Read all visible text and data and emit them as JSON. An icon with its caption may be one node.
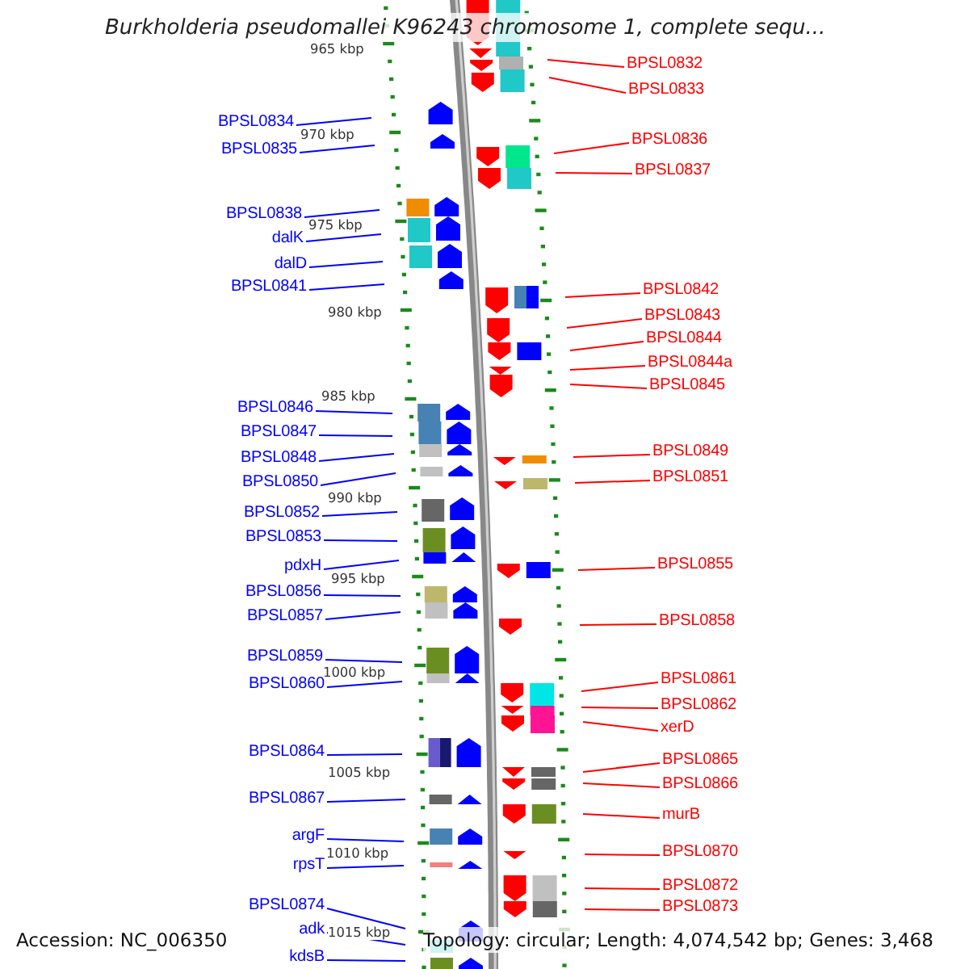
{
  "diagram": {
    "title": "Burkholderia pseudomallei K96243 chromosome 1, complete sequ...",
    "nodes": [
      {
        "text": [
          "BPSL0832"
        ]
      },
      {
        "text": [
          "BPSL0833"
        ]
      },
      {
        "text": [
          "BPSL0834"
        ]
      },
      {
        "text": [
          "BPSL0836"
        ]
      },
      {
        "text": [
          "BPSL0835"
        ]
      },
      {
        "text": [
          "BPSL0837"
        ]
      },
      {
        "text": [
          "BPSL0838"
        ]
      },
      {
        "text": [
          "dalK"
        ]
      },
      {
        "text": [
          "dalD"
        ]
      },
      {
        "text": [
          "BPSL0841"
        ]
      },
      {
        "text": [
          "BPSL0842"
        ]
      },
      {
        "text": [
          "BPSL0843"
        ]
      },
      {
        "text": [
          "BPSL0844"
        ]
      },
      {
        "text": [
          "BPSL0844a"
        ]
      },
      {
        "text": [
          "BPSL0845"
        ]
      },
      {
        "text": [
          "BPSL0846"
        ]
      },
      {
        "text": [
          "BPSL0847"
        ]
      },
      {
        "text": [
          "BPSL0849"
        ]
      },
      {
        "text": [
          "BPSL0848"
        ]
      },
      {
        "text": [
          "BPSL0851"
        ]
      },
      {
        "text": [
          "BPSL0850"
        ]
      },
      {
        "text": [
          "BPSL0852"
        ]
      },
      {
        "text": [
          "BPSL0853"
        ]
      },
      {
        "text": [
          "BPSL0855"
        ]
      },
      {
        "text": [
          "pdxH"
        ]
      },
      {
        "text": [
          "BPSL0856"
        ]
      },
      {
        "text": [
          "BPSL0857"
        ]
      },
      {
        "text": [
          "BPSL0858"
        ]
      },
      {
        "text": [
          "BPSL0859"
        ]
      },
      {
        "text": [
          "BPSL0861"
        ]
      },
      {
        "text": [
          "BPSL0860"
        ]
      },
      {
        "text": [
          "BPSL0862"
        ]
      },
      {
        "text": [
          "xerD"
        ]
      },
      {
        "text": [
          "BPSL0864"
        ]
      },
      {
        "text": [
          "BPSL0865"
        ]
      },
      {
        "text": [
          "BPSL0866"
        ]
      },
      {
        "text": [
          "BPSL0867"
        ]
      },
      {
        "text": [
          "murB"
        ]
      },
      {
        "text": [
          "argF"
        ]
      },
      {
        "text": [
          "BPSL0870"
        ]
      },
      {
        "text": [
          "rpsT"
        ]
      },
      {
        "text": [
          "BPSL0872"
        ]
      },
      {
        "text": [
          "BPSL0874"
        ]
      },
      {
        "text": [
          "BPSL0873"
        ]
      },
      {
        "text": [
          "adk"
        ]
      },
      {
        "text": [
          "kdsB"
        ]
      }
    ],
    "edges": [
      {
        "from": 0,
        "to": null,
        "arrow": "none",
        "color": "#ff0000"
      },
      {
        "from": 1,
        "to": null,
        "arrow": "none",
        "color": "#ff0000"
      },
      {
        "from": 2,
        "to": null,
        "arrow": "none"
      },
      {
        "from": 3,
        "to": null,
        "arrow": "none",
        "color": "#ff0000"
      },
      {
        "from": 4,
        "to": null,
        "arrow": "none"
      },
      {
        "from": 5,
        "to": null,
        "arrow": "none",
        "color": "#ff0000"
      },
      {
        "from": 6,
        "to": null,
        "arrow": "none"
      },
      {
        "from": 7,
        "to": null,
        "arrow": "none"
      },
      {
        "from": 8,
        "to": null,
        "arrow": "none"
      },
      {
        "from": 9,
        "to": null,
        "arrow": "none"
      },
      {
        "from": 10,
        "to": null,
        "arrow": "none",
        "color": "#ff0000"
      },
      {
        "from": 11,
        "to": null,
        "arrow": "none",
        "color": "#ff0000"
      },
      {
        "from": 12,
        "to": null,
        "arrow": "none",
        "color": "#ff0000"
      },
      {
        "from": 13,
        "to": null,
        "arrow": "none",
        "color": "#ff0000"
      },
      {
        "from": 14,
        "to": null,
        "arrow": "none",
        "color": "#ff0000"
      },
      {
        "from": 15,
        "to": null,
        "arrow": "none"
      },
      {
        "from": 16,
        "to": null,
        "arrow": "none"
      },
      {
        "from": 17,
        "to": null,
        "arrow": "none",
        "color": "#ff0000"
      },
      {
        "from": 18,
        "to": null,
        "arrow": "none"
      },
      {
        "from": 19,
        "to": null,
        "arrow": "none",
        "color": "#ff0000"
      },
      {
        "from": 20,
        "to": null,
        "arrow": "none"
      },
      {
        "from": 21,
        "to": null,
        "arrow": "none"
      },
      {
        "from": 22,
        "to": null,
        "arrow": "none"
      },
      {
        "from": 23,
        "to": null,
        "arrow": "none",
        "color": "#ff0000"
      },
      {
        "from": 24,
        "to": null,
        "arrow": "none"
      },
      {
        "from": 25,
        "to": null,
        "arrow": "none"
      },
      {
        "from": 26,
        "to": null,
        "arrow": "none"
      },
      {
        "from": 27,
        "to": null,
        "arrow": "none",
        "color": "#ff0000"
      },
      {
        "from": 28,
        "to": null,
        "arrow": "none"
      },
      {
        "from": 29,
        "to": null,
        "arrow": "none",
        "color": "#ff0000"
      },
      {
        "from": 30,
        "to": null,
        "arrow": "none"
      },
      {
        "from": 31,
        "to": null,
        "arrow": "none",
        "color": "#ff0000"
      },
      {
        "from": 32,
        "to": null,
        "arrow": "none",
        "color": "#ff0000"
      },
      {
        "from": 33,
        "to": null,
        "arrow": "none"
      },
      {
        "from": 34,
        "to": null,
        "arrow": "none",
        "color": "#ff0000"
      },
      {
        "from": 35,
        "to": null,
        "arrow": "none",
        "color": "#ff0000"
      },
      {
        "from": 36,
        "to": null,
        "arrow": "none"
      },
      {
        "from": 37,
        "to": null,
        "arrow": "none",
        "color": "#ff0000"
      },
      {
        "from": 38,
        "to": null,
        "arrow": "none"
      },
      {
        "from": 39,
        "to": null,
        "arrow": "none",
        "color": "#ff0000"
      },
      {
        "from": 40,
        "to": null,
        "arrow": "none"
      },
      {
        "from": 41,
        "to": null,
        "arrow": "none",
        "color": "#ff0000"
      },
      {
        "from": 42,
        "to": null,
        "arrow": "none"
      },
      {
        "from": 43,
        "to": null,
        "arrow": "none",
        "color": "#ff0000"
      },
      {
        "from": 44,
        "to": null,
        "arrow": "none"
      },
      {
        "from": 45,
        "to": null,
        "arrow": "none"
      }
    ],
    "labels": [
      "965 kbp",
      "970 kbp",
      "975 kbp",
      "980 kbp",
      "985 kbp",
      "990 kbp",
      "995 kbp",
      "1000 kbp",
      "1005 kbp",
      "1010 kbp",
      "1015 kbp",
      "Accession: NC_006350",
      "Topology: circular; Length: 4,074,542 bp; Genes: 3,468"
    ]
  }
}
